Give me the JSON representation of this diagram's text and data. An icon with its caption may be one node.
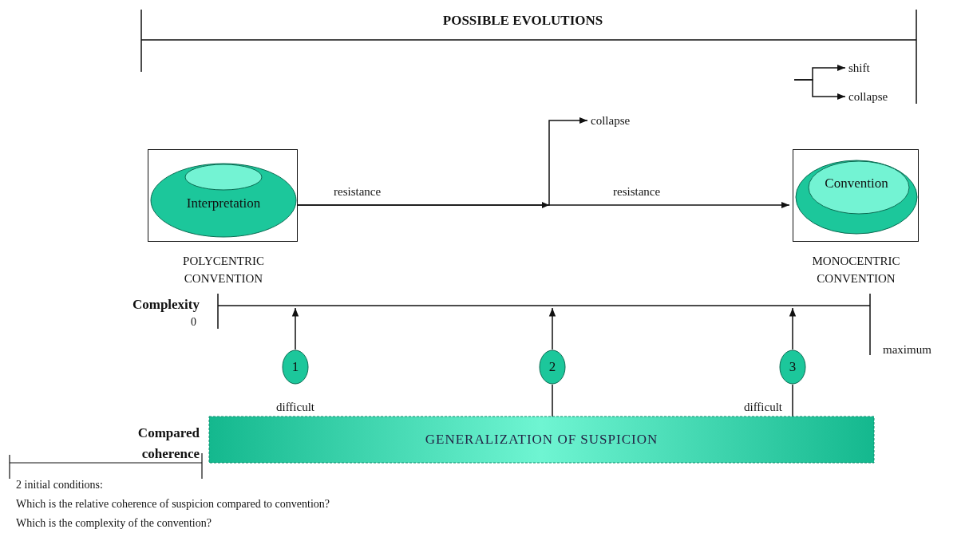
{
  "diagram": {
    "nodes": [
      {
        "text": [
          "shift"
        ]
      },
      {
        "text": [
          "collapse"
        ]
      },
      {
        "text": [
          "collapse"
        ]
      },
      {
        "text": [],
        "shape": "box",
        "beside": [
          "POLYCENTRIC CONVENTION"
        ]
      },
      {
        "text": [
          "Interpretation"
        ],
        "in": 3
      },
      {
        "text": [],
        "shape": "box",
        "beside": [
          "MONOCENTRIC CONVENTION"
        ]
      },
      {
        "text": [
          "Convention"
        ],
        "in": 5
      },
      {
        "text": [
          "1"
        ]
      },
      {
        "text": [
          "2"
        ]
      },
      {
        "text": [
          "3"
        ]
      },
      {
        "text": [
          "GENERALIZATION OF SUSPICION"
        ]
      }
    ],
    "edges": [
      {
        "from": null,
        "to": 0,
        "arrow": "to"
      },
      {
        "from": null,
        "to": 1,
        "arrow": "to"
      },
      {
        "from": 3,
        "to": 2,
        "arrow": "to",
        "label": "resistance"
      },
      {
        "from": 3,
        "to": 5,
        "arrow": "to",
        "label": "resistance"
      },
      {
        "from": 7,
        "to": null,
        "arrow": "to"
      },
      {
        "from": 10,
        "to": 8,
        "arrow": "none"
      },
      {
        "from": 8,
        "to": null,
        "arrow": "to"
      },
      {
        "from": 10,
        "to": 9,
        "arrow": "none"
      },
      {
        "from": 9,
        "to": null,
        "arrow": "to"
      }
    ],
    "labels": [
      "POSSIBLE EVOLUTIONS",
      "Complexity",
      "0",
      "maximum",
      "difficult",
      "difficult",
      "Compared coherence",
      "2 initial conditions:",
      "Which is the relative coherence of suspicion compared to convention?",
      "Which is the complexity of the convention?"
    ]
  }
}
